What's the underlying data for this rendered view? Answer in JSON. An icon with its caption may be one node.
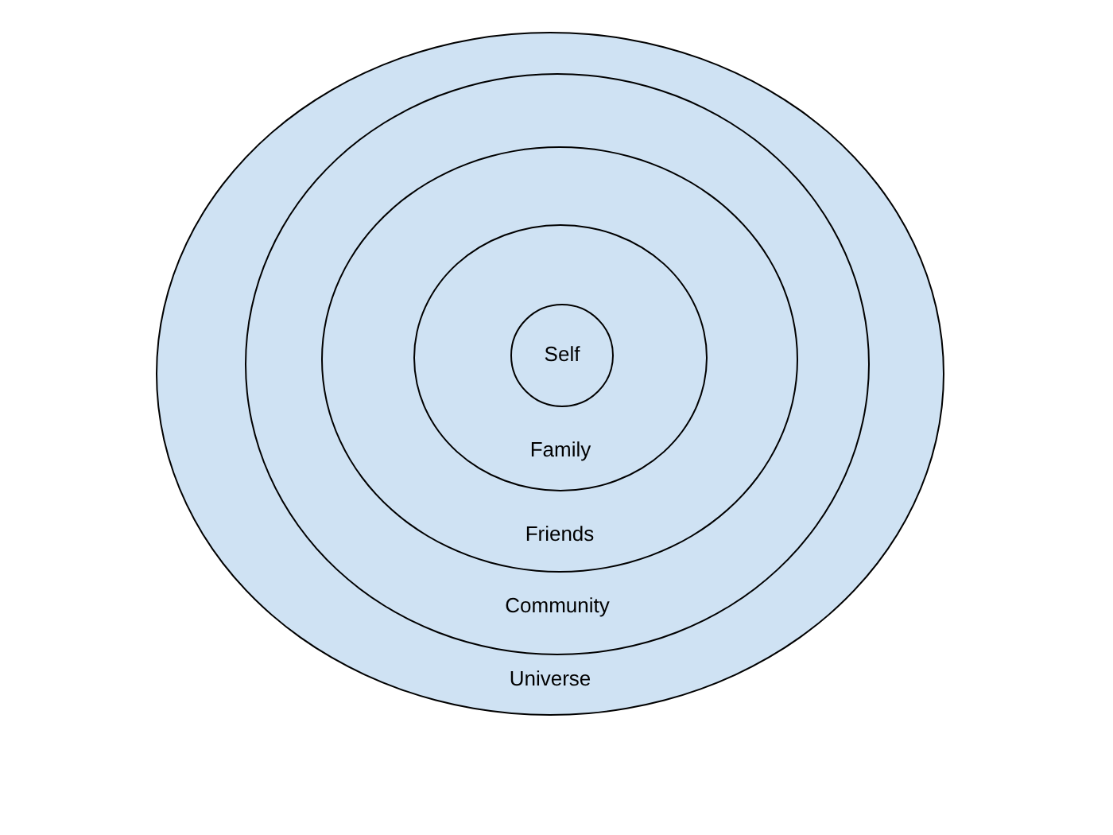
{
  "diagram": {
    "nodes": [
      {
        "text": [
          "Universe"
        ]
      },
      {
        "text": [
          "Community"
        ],
        "in": 0
      },
      {
        "text": [
          "Friends"
        ],
        "in": 1
      },
      {
        "text": [
          "Family"
        ],
        "in": 2
      },
      {
        "text": [
          "Self"
        ],
        "in": 3
      }
    ]
  }
}
